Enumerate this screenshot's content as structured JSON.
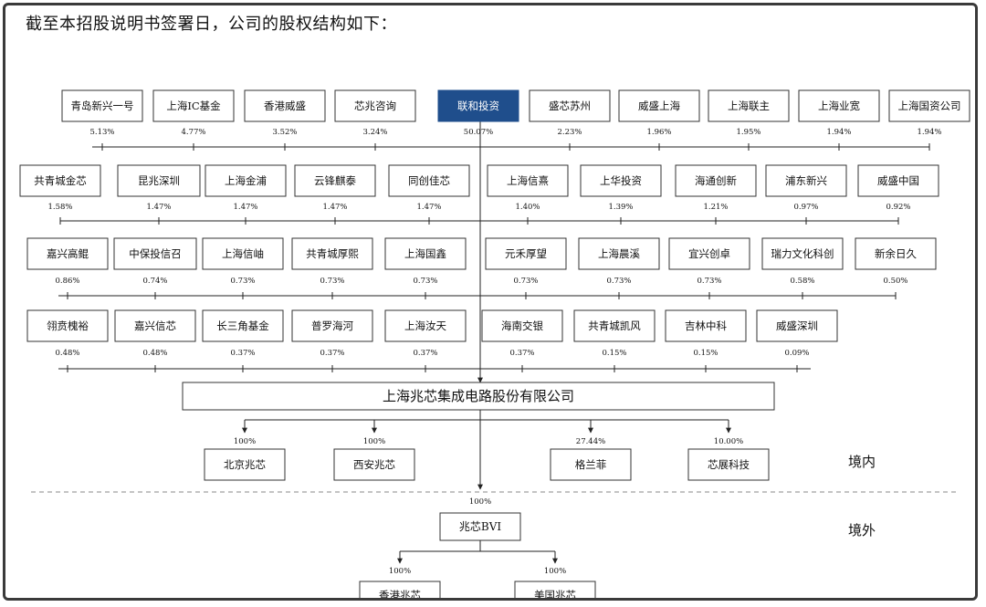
{
  "heading": "截至本招股说明书签署日，公司的股权结构如下：",
  "colors": {
    "highlight": "#1f4e8c",
    "line": "#222222",
    "dash": "#888888"
  },
  "shareholder_rows": [
    [
      {
        "name": "青岛新兴一号",
        "pct": "5.13%"
      },
      {
        "name": "上海IC基金",
        "pct": "4.77%"
      },
      {
        "name": "香港威盛",
        "pct": "3.52%"
      },
      {
        "name": "芯兆咨询",
        "pct": "3.24%"
      },
      {
        "name": "联和投资",
        "pct": "50.07%",
        "highlight": true
      },
      {
        "name": "盛芯苏州",
        "pct": "2.23%"
      },
      {
        "name": "威盛上海",
        "pct": "1.96%"
      },
      {
        "name": "上海联主",
        "pct": "1.95%"
      },
      {
        "name": "上海业宽",
        "pct": "1.94%"
      },
      {
        "name": "上海国资公司",
        "pct": "1.94%"
      }
    ],
    [
      {
        "name": "共青城金芯",
        "pct": "1.58%"
      },
      {
        "name": "昆兆深圳",
        "pct": "1.47%"
      },
      {
        "name": "上海金浦",
        "pct": "1.47%"
      },
      {
        "name": "云锋麒泰",
        "pct": "1.47%"
      },
      {
        "name": "同创佳芯",
        "pct": "1.47%"
      },
      {
        "name": "上海信熹",
        "pct": "1.40%"
      },
      {
        "name": "上华投资",
        "pct": "1.39%"
      },
      {
        "name": "海通创新",
        "pct": "1.21%"
      },
      {
        "name": "浦东新兴",
        "pct": "0.97%"
      },
      {
        "name": "威盛中国",
        "pct": "0.92%"
      }
    ],
    [
      {
        "name": "嘉兴高鲲",
        "pct": "0.86%"
      },
      {
        "name": "中保投信召",
        "pct": "0.74%"
      },
      {
        "name": "上海信岫",
        "pct": "0.73%"
      },
      {
        "name": "共青城厚熙",
        "pct": "0.73%"
      },
      {
        "name": "上海国鑫",
        "pct": "0.73%"
      },
      {
        "name": "元禾厚望",
        "pct": "0.73%"
      },
      {
        "name": "上海晨溪",
        "pct": "0.73%"
      },
      {
        "name": "宜兴创卓",
        "pct": "0.73%"
      },
      {
        "name": "瑞力文化科创",
        "pct": "0.58%"
      },
      {
        "name": "新余日久",
        "pct": "0.50%"
      }
    ],
    [
      {
        "name": "翎贲槐裕",
        "pct": "0.48%"
      },
      {
        "name": "嘉兴信芯",
        "pct": "0.48%"
      },
      {
        "name": "长三角基金",
        "pct": "0.37%"
      },
      {
        "name": "普罗海河",
        "pct": "0.37%"
      },
      {
        "name": "上海汝天",
        "pct": "0.37%"
      },
      {
        "name": "海南交银",
        "pct": "0.37%"
      },
      {
        "name": "共青城凯风",
        "pct": "0.15%"
      },
      {
        "name": "吉林中科",
        "pct": "0.15%"
      },
      {
        "name": "威盛深圳",
        "pct": "0.09%"
      }
    ]
  ],
  "company": "上海兆芯集成电路股份有限公司",
  "domestic_label": "境内",
  "overseas_label": "境外",
  "domestic_subs": [
    {
      "name": "北京兆芯",
      "pct": "100%"
    },
    {
      "name": "西安兆芯",
      "pct": "100%"
    },
    {
      "name": "格兰菲",
      "pct": "27.44%"
    },
    {
      "name": "芯展科技",
      "pct": "10.00%"
    }
  ],
  "bvi": {
    "name": "兆芯BVI",
    "pct": "100%"
  },
  "overseas_subs": [
    {
      "name": "香港兆芯",
      "pct": "100%"
    },
    {
      "name": "美国兆芯",
      "pct": "100%"
    }
  ]
}
